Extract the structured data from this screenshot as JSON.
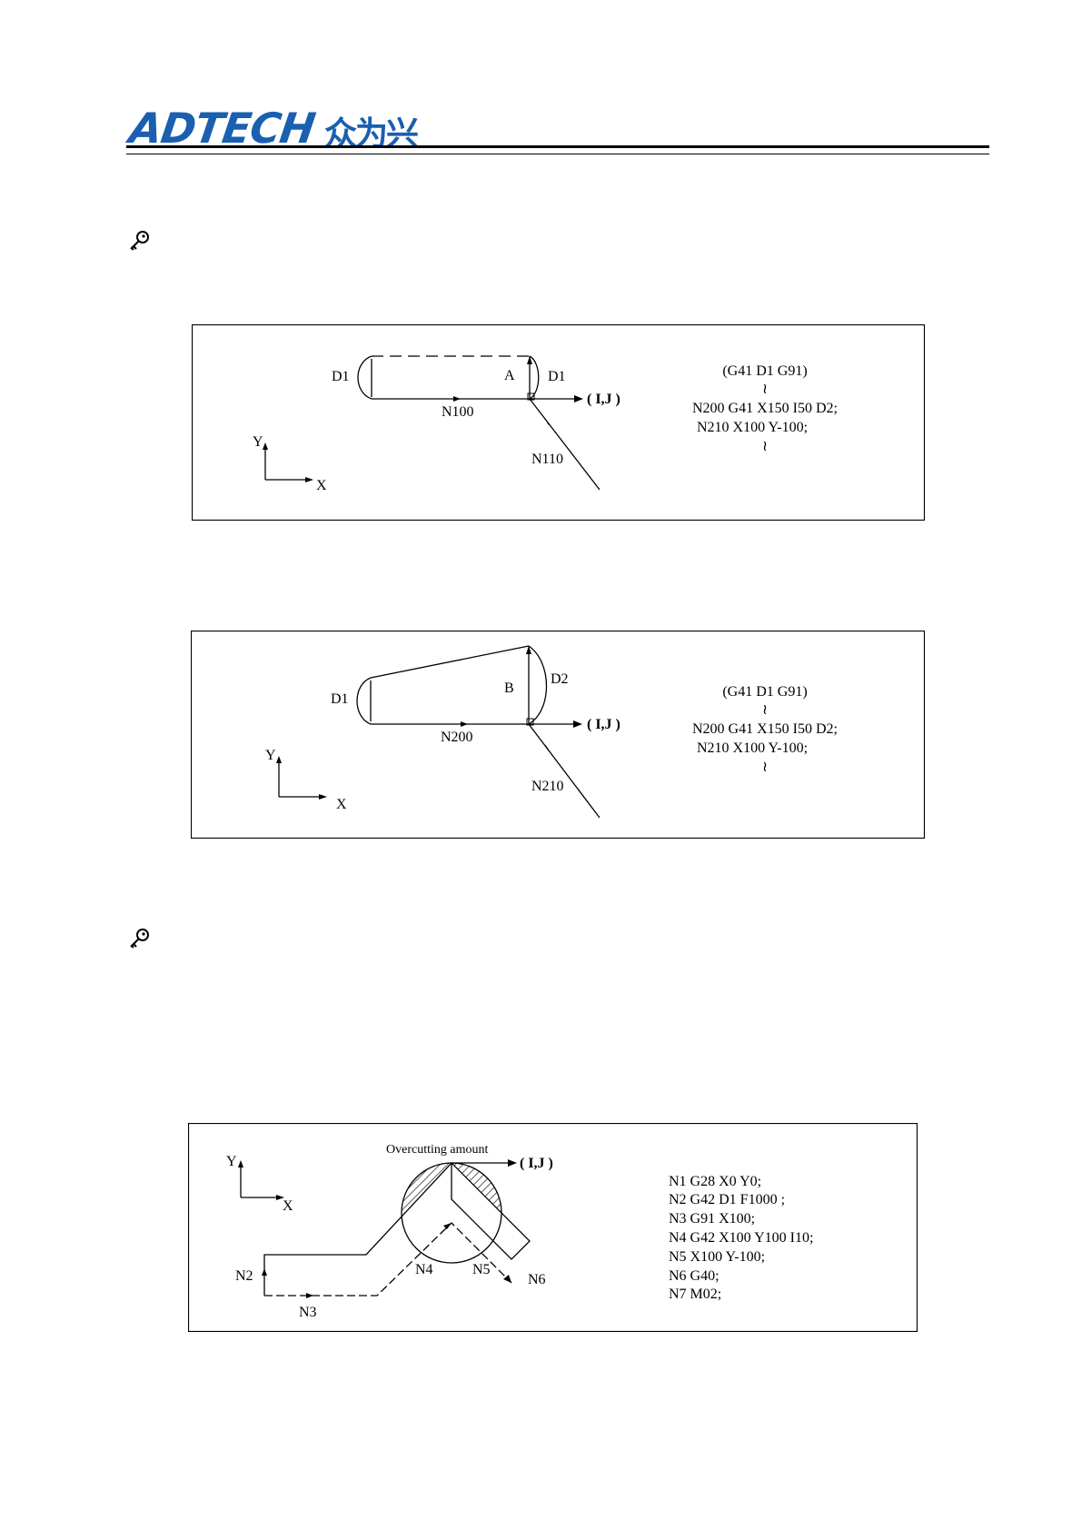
{
  "header": {
    "logo_text": "ADTECH",
    "logo_cjk": "众为兴",
    "brand_color": "#1a5fb0"
  },
  "icons": {
    "note_icon": "key-icon"
  },
  "figure1": {
    "labels": {
      "d1_left": "D1",
      "point": "A",
      "d1_right": "D1",
      "ij": "( I,J )",
      "block": "N100",
      "approach": "N110",
      "y_axis": "Y",
      "x_axis": "X"
    },
    "code": [
      "(G41 D1 G91)",
      "≀",
      "N200 G41 X150 I50 D2;",
      "N210 X100 Y-100;",
      "≀"
    ]
  },
  "figure2": {
    "labels": {
      "d1_left": "D1",
      "point": "B",
      "d2_right": "D2",
      "ij": "( I,J )",
      "block": "N200",
      "approach": "N210",
      "y_axis": "Y",
      "x_axis": "X"
    },
    "code": [
      "(G41 D1 G91)",
      "≀",
      "N200 G41 X150 I50 D2;",
      "N210 X100 Y-100;",
      "≀"
    ]
  },
  "figure3": {
    "labels": {
      "title": "Overcutting amount",
      "ij": "( I,J )",
      "y_axis": "Y",
      "x_axis": "X",
      "n2": "N2",
      "n3": "N3",
      "n4": "N4",
      "n5": "N5",
      "n6": "N6"
    },
    "code": [
      "N1 G28 X0 Y0;",
      "N2 G42 D1 F1000 ;",
      "N3 G91 X100;",
      "N4 G42 X100 Y100 I10;",
      "N5 X100 Y-100;",
      "N6 G40;",
      "N7 M02;"
    ]
  }
}
